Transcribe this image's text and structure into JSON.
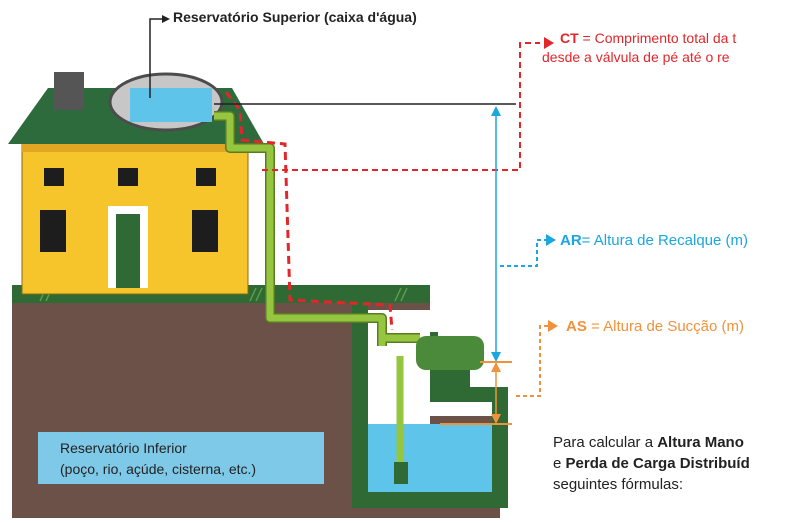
{
  "labels": {
    "upper_reservoir": "Reservatório Superior (caixa d'água)",
    "ct_key": "CT",
    "ct_line1": " = Comprimento total da t",
    "ct_line2": "desde a válvula de pé até o re",
    "ar_key": "AR",
    "ar_text": "= Altura de Recalque (m)",
    "as_key": "AS",
    "as_text": " = Altura de Sucção (m)",
    "lower_reservoir_line1": "Reservatório Inferior",
    "lower_reservoir_line2": "(poço, rio, açúde, cisterna, etc.)"
  },
  "formula_text": {
    "line1_prefix": "Para calcular a ",
    "line1_bold": "Altura Mano",
    "line2_prefix": "e ",
    "line2_bold": "Perda de Carga Distribuíd",
    "line3": "seguintes fórmulas:"
  },
  "colors": {
    "ct": "#e2262a",
    "ar": "#1aa6df",
    "as": "#f0923b",
    "house": "#f5c52b",
    "roof": "#2d6b3c",
    "ground": "#6b5148",
    "pipe": "#96c63f",
    "water": "#5ec4ea"
  }
}
